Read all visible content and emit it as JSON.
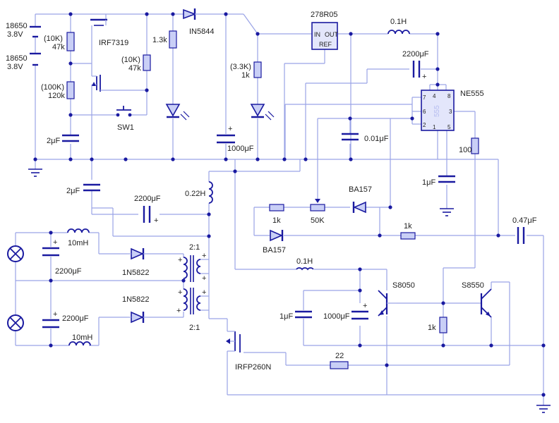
{
  "colors": {
    "wire": "#9aa3e6",
    "component": "#1a1aa0",
    "resistor_fill": "#c9cff6",
    "ic_fill": "#e3e6fb",
    "label_text": "#222222"
  },
  "battery": {
    "top": [
      "18650",
      "3.8V"
    ],
    "bottom": [
      "18650",
      "3.8V"
    ]
  },
  "labels": {
    "r_10k_47k_a": [
      "(10K)",
      "47k"
    ],
    "r_100k_120k": [
      "(100K)",
      "120k"
    ],
    "irf7319": "IRF7319",
    "r_1_3k": "1.3k",
    "r_10k_47k_b": [
      "(10K)",
      "47k"
    ],
    "sw1": "SW1",
    "cap_2uf_a": "2μF",
    "cap_2uf_b": "2μF",
    "in5844": "IN5844",
    "cap_1000uf_a": "1000μF",
    "r_3_3k_1k": [
      "(3.3K)",
      "1k"
    ],
    "reg_278r05": "278R05",
    "reg_in": "IN",
    "reg_out": "OUT",
    "reg_ref": "REF",
    "l_0_1h_top": "0.1H",
    "cap_2200uf_top": "2200μF",
    "ne555": "NE555",
    "ne555_watermark": "555",
    "cap_0_01uf": "0.01μF",
    "r_100": "100",
    "cap_1uf_555": "1μF",
    "l_0_22h": "0.22H",
    "cap_2200uf_mid": "2200μF",
    "ba157_a": "BA157",
    "ba157_b": "BA157",
    "r_1k_a": "1k",
    "pot_50k": "50K",
    "r_1k_b": "1k",
    "cap_0_47uf": "0.47μF",
    "l_10mh_top": "10mH",
    "cap_2200uf_l1": "2200μF",
    "cap_2200uf_l2": "2200μF",
    "l_10mh_bottom": "10mH",
    "d_1n5822_a": "1N5822",
    "d_1n5822_b": "1N5822",
    "t_ratio_a": "2:1",
    "t_ratio_b": "2:1",
    "l_0_1h_bottom": "0.1H",
    "s8050": "S8050",
    "s8550": "S8550",
    "cap_1uf_b": "1μF",
    "cap_1000uf_b": "1000μF",
    "r_1k_c": "1k",
    "r_22": "22",
    "irfp260n": "IRFP260N"
  },
  "polarity": "+",
  "pins": {
    "p4": "4",
    "p8": "8",
    "p7": "7",
    "p6": "6",
    "p2": "2",
    "p1": "1",
    "p5": "5",
    "p3": "3"
  }
}
